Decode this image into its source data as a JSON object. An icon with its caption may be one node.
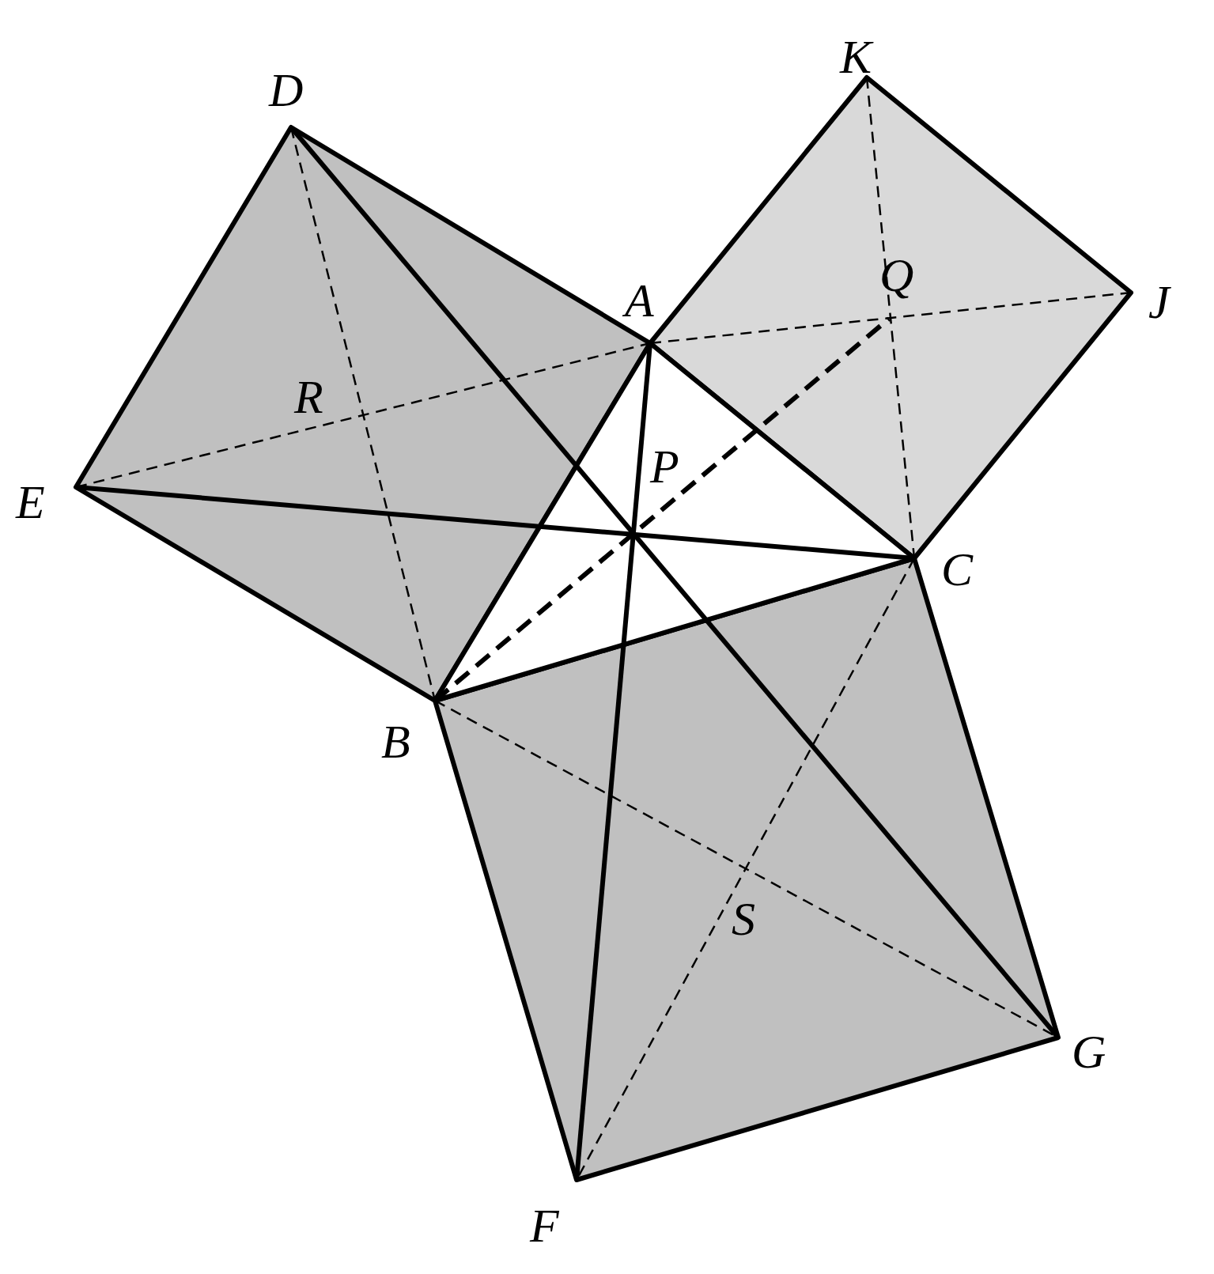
{
  "diagram": {
    "labels": [
      "K",
      "D",
      "A",
      "Q",
      "J",
      "R",
      "E",
      "P",
      "C",
      "B",
      "S",
      "G",
      "F"
    ]
  }
}
